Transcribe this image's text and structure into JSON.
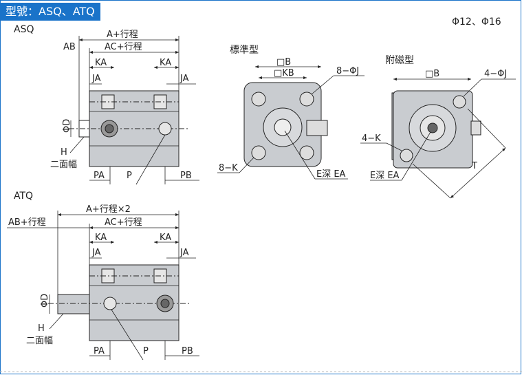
{
  "header": {
    "title": "型號：ASQ、ATQ",
    "sizes": "Φ12、Φ16"
  },
  "asq": {
    "name": "ASQ",
    "dim_a_stroke": "A+行程",
    "dim_ac_stroke": "AC+行程",
    "dim_ab": "AB",
    "dim_ka_left": "KA",
    "dim_ka_right": "KA",
    "dim_ja_left": "JA",
    "dim_ja_right": "JA",
    "dim_phid": "ΦD",
    "label_h": "H",
    "label_flats": "二面幅",
    "dim_pa": "PA",
    "dim_p": "P",
    "dim_pb": "PB"
  },
  "standard": {
    "name": "標準型",
    "dim_b": "□B",
    "dim_kb": "□KB",
    "holes": "8−ΦJ",
    "thread": "8−K",
    "depth": "E深 EA"
  },
  "magnetic": {
    "name": "附磁型",
    "dim_b": "□B",
    "holes": "4−ΦJ",
    "thread": "4−K",
    "depth": "E深 EA",
    "dim_t": "T"
  },
  "atq": {
    "name": "ATQ",
    "dim_a_stroke2": "A+行程×2",
    "dim_ab_stroke": "AB+行程",
    "dim_ac_stroke": "AC+行程",
    "dim_ka_left": "KA",
    "dim_ka_right": "KA",
    "dim_ja_left": "JA",
    "dim_ja_right": "JA",
    "dim_phid": "ΦD",
    "label_h": "H",
    "label_flats": "二面幅",
    "dim_pa": "PA",
    "dim_p": "P",
    "dim_pb": "PB"
  },
  "colors": {
    "badge": "#1a73c9",
    "body": "#c9ccd0",
    "line": "#222222"
  }
}
